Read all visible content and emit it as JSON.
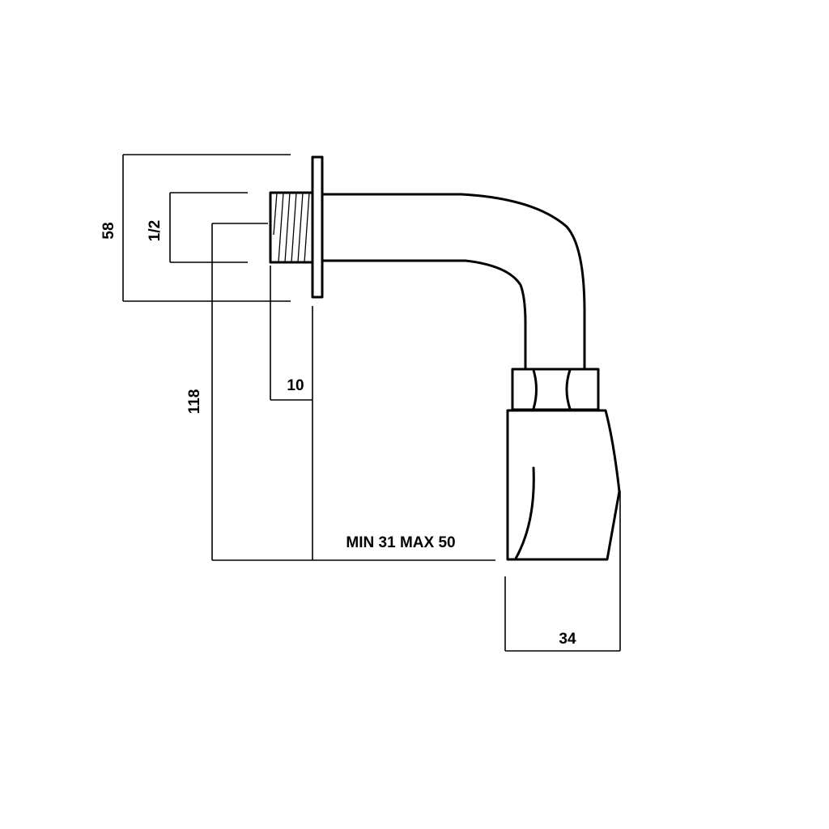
{
  "dimensions": {
    "height_flange": "58",
    "thread_size": "1/2",
    "total_height": "118",
    "flange_offset": "10",
    "projection": "MIN 31 MAX 50",
    "outlet_width": "34"
  }
}
